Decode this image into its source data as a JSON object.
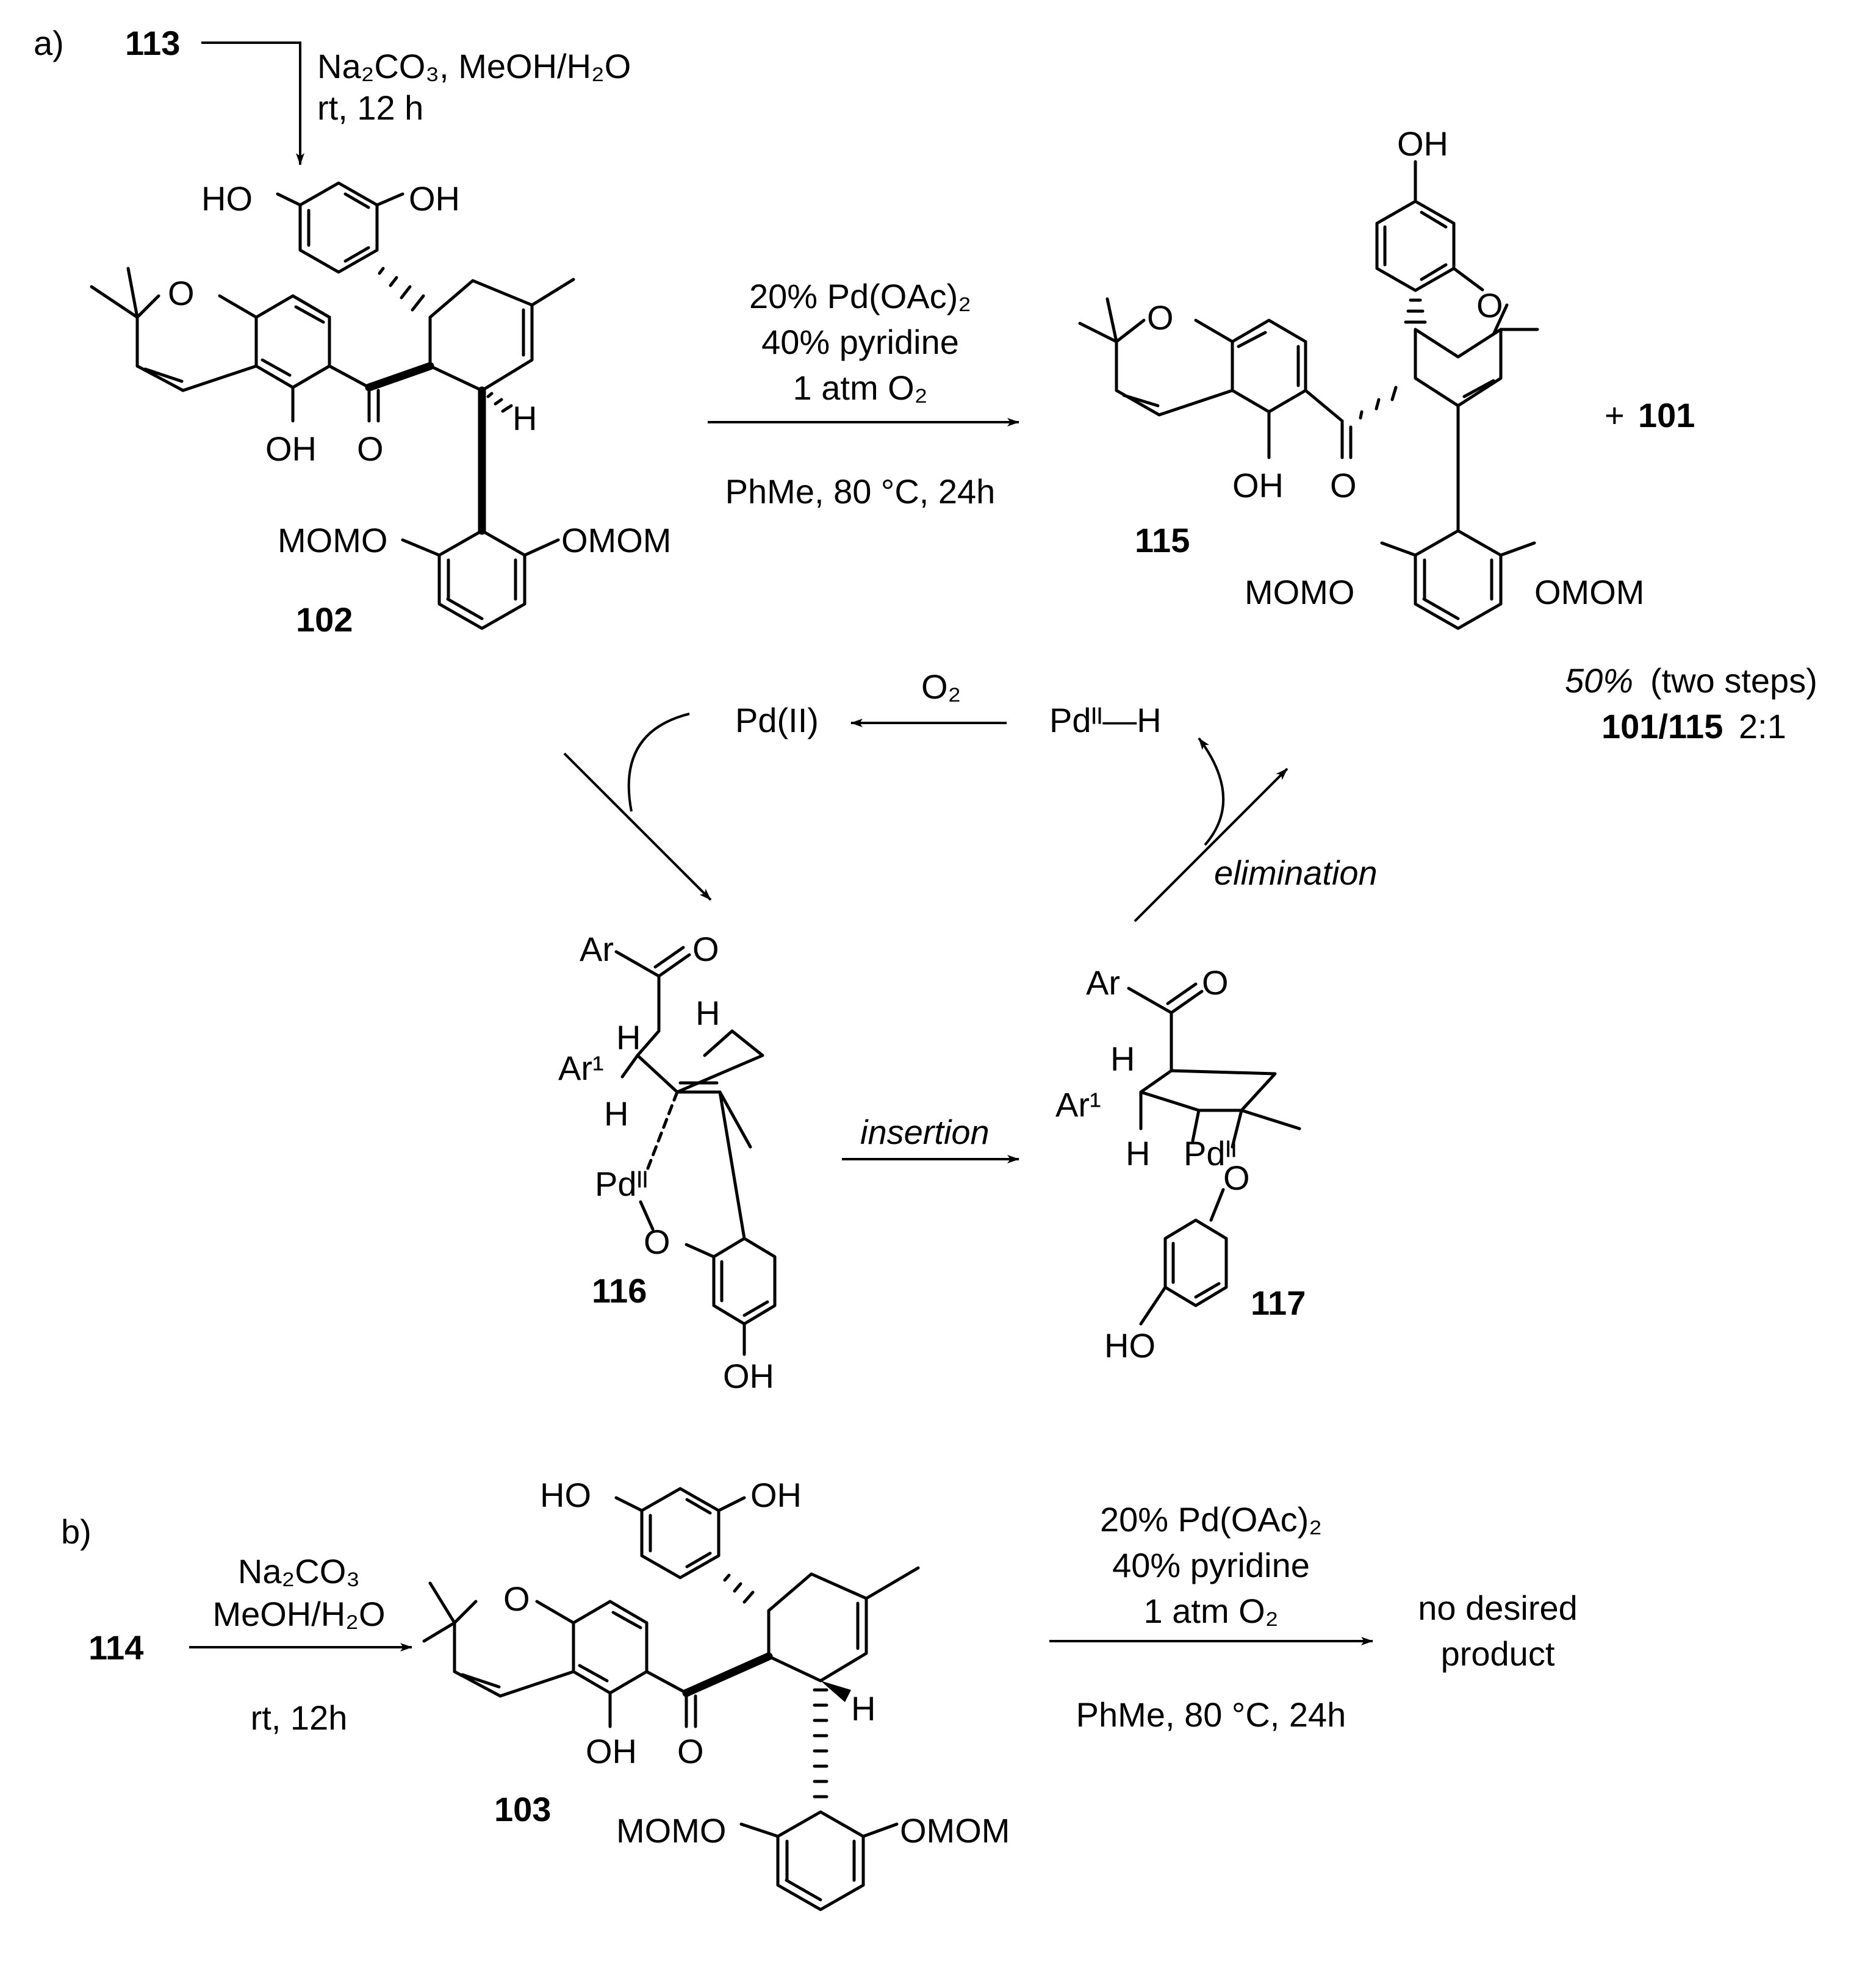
{
  "panel_a": {
    "label": "a)",
    "start_compound": "113",
    "step1": {
      "conditions_line1": "Na₂CO₃, MeOH/H₂O",
      "conditions_line2": "rt, 12 h"
    },
    "substrate": {
      "id": "102",
      "atoms": [
        "HO",
        "OH",
        "O",
        "OH",
        "O",
        "H",
        "MOMO",
        "OMOM"
      ]
    },
    "step2": {
      "line1": "20% Pd(OAc)₂",
      "line2": "40% pyridine",
      "line3": "1 atm O₂",
      "line4": "PhMe, 80 °C, 24h"
    },
    "product": {
      "id": "115",
      "atoms": [
        "OH",
        "O",
        "O",
        "OH",
        "O",
        "MOMO",
        "OMOM"
      ]
    },
    "plus": "+",
    "byproduct": "101",
    "yield_text": "50%",
    "yield_note": "(two steps)",
    "ratio_label": "101/115",
    "ratio_value": "2:1"
  },
  "cycle": {
    "pd2": "Pd(II)",
    "o2": "O₂",
    "pdh": "Pdᴵᴵ—H",
    "elimination": "elimination",
    "insertion": "insertion",
    "int116": {
      "id": "116",
      "atoms": [
        "Ar",
        "O",
        "H",
        "H",
        "Ar¹",
        "H",
        "Pdᴵᴵ",
        "O",
        "OH"
      ]
    },
    "int117": {
      "id": "117",
      "atoms": [
        "Ar",
        "O",
        "H",
        "Ar¹",
        "H",
        "Pdᴵᴵ",
        "O",
        "HO"
      ]
    }
  },
  "panel_b": {
    "label": "b)",
    "start_compound": "114",
    "step1": {
      "line1": "Na₂CO₃",
      "line2": "MeOH/H₂O",
      "line3": "rt, 12h"
    },
    "substrate": {
      "id": "103",
      "atoms": [
        "HO",
        "OH",
        "O",
        "OH",
        "O",
        "H",
        "MOMO",
        "OMOM"
      ]
    },
    "step2": {
      "line1": "20% Pd(OAc)₂",
      "line2": "40% pyridine",
      "line3": "1 atm O₂",
      "line4": "PhMe, 80 °C, 24h"
    },
    "outcome_line1": "no desired",
    "outcome_line2": "product"
  }
}
